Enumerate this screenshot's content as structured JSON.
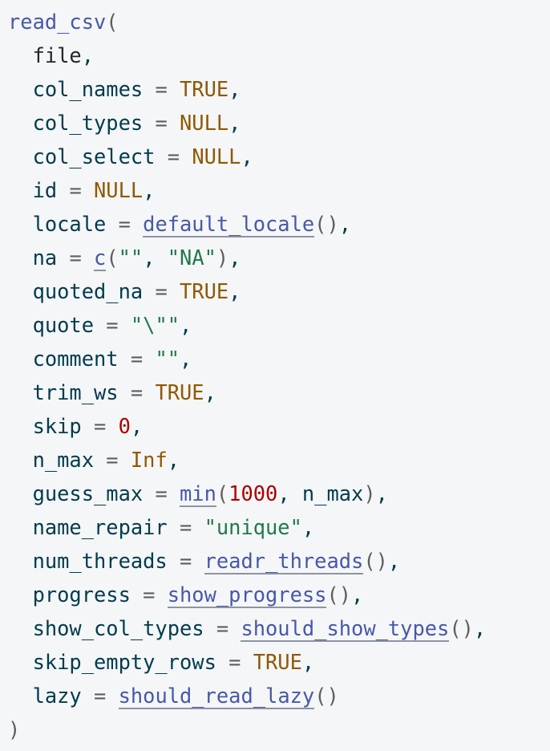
{
  "code_block": {
    "language": "r",
    "function_name": "read_csv",
    "colors": {
      "background": "#f5f6f7",
      "plain": "#003B4F",
      "dark": "#212830",
      "function": "#4758AB",
      "operator": "#5E5E5E",
      "constant": "#8f5902",
      "string": "#20794D",
      "number": "#AD0000",
      "underline": "#8E93A4"
    },
    "lines": [
      [
        [
          "read_csv",
          "function"
        ],
        [
          "(",
          "operator"
        ]
      ],
      [
        [
          "  ",
          "plain"
        ],
        [
          "file",
          "dark"
        ],
        [
          ",",
          "plain"
        ]
      ],
      [
        [
          "  col_names ",
          "plain"
        ],
        [
          "= ",
          "operator"
        ],
        [
          "TRUE",
          "constant"
        ],
        [
          ",",
          "plain"
        ]
      ],
      [
        [
          "  col_types ",
          "plain"
        ],
        [
          "= ",
          "operator"
        ],
        [
          "NULL",
          "constant"
        ],
        [
          ",",
          "plain"
        ]
      ],
      [
        [
          "  col_select ",
          "plain"
        ],
        [
          "= ",
          "operator"
        ],
        [
          "NULL",
          "constant"
        ],
        [
          ",",
          "plain"
        ]
      ],
      [
        [
          "  id ",
          "plain"
        ],
        [
          "= ",
          "operator"
        ],
        [
          "NULL",
          "constant"
        ],
        [
          ",",
          "plain"
        ]
      ],
      [
        [
          "  locale ",
          "plain"
        ],
        [
          "= ",
          "operator"
        ],
        [
          "default_locale",
          "link"
        ],
        [
          "()",
          "operator"
        ],
        [
          ",",
          "plain"
        ]
      ],
      [
        [
          "  na ",
          "plain"
        ],
        [
          "= ",
          "operator"
        ],
        [
          "c",
          "link"
        ],
        [
          "(",
          "operator"
        ],
        [
          "\"\"",
          "string"
        ],
        [
          ", ",
          "plain"
        ],
        [
          "\"NA\"",
          "string"
        ],
        [
          ")",
          "operator"
        ],
        [
          ",",
          "plain"
        ]
      ],
      [
        [
          "  quoted_na ",
          "plain"
        ],
        [
          "= ",
          "operator"
        ],
        [
          "TRUE",
          "constant"
        ],
        [
          ",",
          "plain"
        ]
      ],
      [
        [
          "  quote ",
          "plain"
        ],
        [
          "= ",
          "operator"
        ],
        [
          "\"\\\"\"",
          "string"
        ],
        [
          ",",
          "plain"
        ]
      ],
      [
        [
          "  comment ",
          "plain"
        ],
        [
          "= ",
          "operator"
        ],
        [
          "\"\"",
          "string"
        ],
        [
          ",",
          "plain"
        ]
      ],
      [
        [
          "  trim_ws ",
          "plain"
        ],
        [
          "= ",
          "operator"
        ],
        [
          "TRUE",
          "constant"
        ],
        [
          ",",
          "plain"
        ]
      ],
      [
        [
          "  skip ",
          "plain"
        ],
        [
          "= ",
          "operator"
        ],
        [
          "0",
          "number"
        ],
        [
          ",",
          "plain"
        ]
      ],
      [
        [
          "  n_max ",
          "plain"
        ],
        [
          "= ",
          "operator"
        ],
        [
          "Inf",
          "constant"
        ],
        [
          ",",
          "plain"
        ]
      ],
      [
        [
          "  guess_max ",
          "plain"
        ],
        [
          "= ",
          "operator"
        ],
        [
          "min",
          "link"
        ],
        [
          "(",
          "operator"
        ],
        [
          "1000",
          "number"
        ],
        [
          ", n_max",
          "plain"
        ],
        [
          ")",
          "operator"
        ],
        [
          ",",
          "plain"
        ]
      ],
      [
        [
          "  name_repair ",
          "plain"
        ],
        [
          "= ",
          "operator"
        ],
        [
          "\"unique\"",
          "string"
        ],
        [
          ",",
          "plain"
        ]
      ],
      [
        [
          "  num_threads ",
          "plain"
        ],
        [
          "= ",
          "operator"
        ],
        [
          "readr_threads",
          "link"
        ],
        [
          "()",
          "operator"
        ],
        [
          ",",
          "plain"
        ]
      ],
      [
        [
          "  progress ",
          "plain"
        ],
        [
          "= ",
          "operator"
        ],
        [
          "show_progress",
          "link"
        ],
        [
          "()",
          "operator"
        ],
        [
          ",",
          "plain"
        ]
      ],
      [
        [
          "  show_col_types ",
          "plain"
        ],
        [
          "= ",
          "operator"
        ],
        [
          "should_show_types",
          "link"
        ],
        [
          "()",
          "operator"
        ],
        [
          ",",
          "plain"
        ]
      ],
      [
        [
          "  skip_empty_rows ",
          "plain"
        ],
        [
          "= ",
          "operator"
        ],
        [
          "TRUE",
          "constant"
        ],
        [
          ",",
          "plain"
        ]
      ],
      [
        [
          "  lazy ",
          "plain"
        ],
        [
          "= ",
          "operator"
        ],
        [
          "should_read_lazy",
          "link"
        ],
        [
          "()",
          "operator"
        ]
      ],
      [
        [
          ")",
          "operator"
        ]
      ]
    ]
  }
}
